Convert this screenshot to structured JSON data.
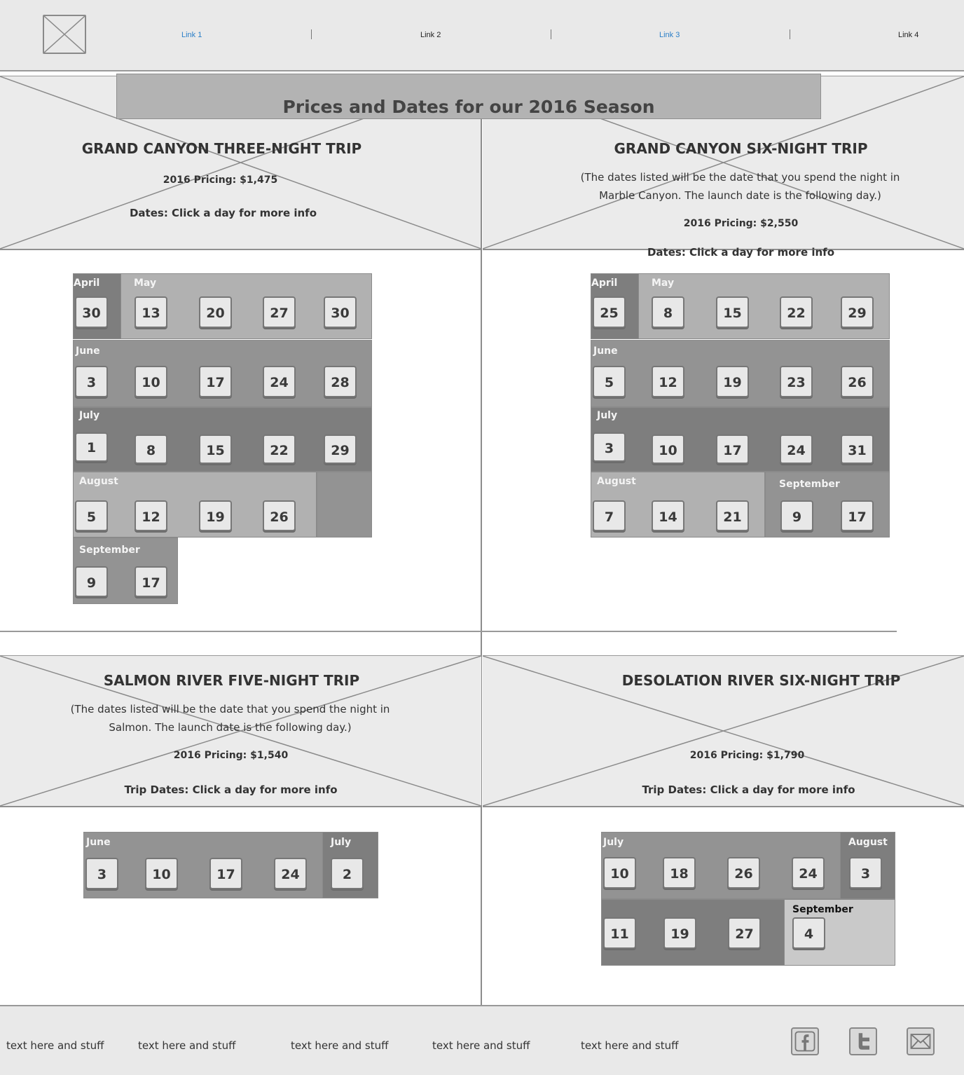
{
  "nav": {
    "links": [
      {
        "label": "Link 1",
        "color": "#2b7fc8"
      },
      {
        "label": "Link 2",
        "color": "#222222"
      },
      {
        "label": "Link 3",
        "color": "#2b7fc8"
      },
      {
        "label": "Link 4",
        "color": "#222222"
      }
    ]
  },
  "page_title": "Prices and Dates for our 2016 Season",
  "trips": [
    {
      "title": "GRAND CANYON THREE-NIGHT TRIP",
      "note": "",
      "pricing": "2016 Pricing: $1,475",
      "dates_label": "Dates: Click a day for more info"
    },
    {
      "title": "GRAND CANYON SIX-NIGHT TRIP",
      "note_line1": "(The dates listed will be the date that you spend the night in",
      "note_line2": "Marble Canyon. The launch date is the following day.)",
      "pricing": "2016 Pricing: $2,550",
      "dates_label": "Dates: Click a day for more info"
    },
    {
      "title": "SALMON RIVER FIVE-NIGHT TRIP",
      "note_line1": "(The dates listed will be the date that you spend the night in",
      "note_line2": "Salmon. The launch date is the following day.)",
      "pricing": "2016 Pricing: $1,540",
      "dates_label": "Trip Dates: Click a day for more info"
    },
    {
      "title": "DESOLATION RIVER SIX-NIGHT TRIP",
      "pricing": "2016 Pricing: $1,790",
      "dates_label": "Trip Dates: Click a day for more info"
    }
  ],
  "calendars": {
    "gc3": {
      "april": {
        "label": "April",
        "days": [
          "30"
        ]
      },
      "may": {
        "label": "May",
        "days": [
          "13",
          "20",
          "27",
          "30"
        ]
      },
      "june": {
        "label": "June",
        "days": [
          "3",
          "10",
          "17",
          "24",
          "28"
        ]
      },
      "july": {
        "label": "July",
        "days": [
          "1",
          "8",
          "15",
          "22",
          "29"
        ]
      },
      "august": {
        "label": "August",
        "days": [
          "5",
          "12",
          "19",
          "26"
        ]
      },
      "september": {
        "label": "September",
        "days": [
          "9",
          "17"
        ]
      }
    },
    "gc6": {
      "april": {
        "label": "April",
        "days": [
          "25"
        ]
      },
      "may": {
        "label": "May",
        "days": [
          "8",
          "15",
          "22",
          "29"
        ]
      },
      "june": {
        "label": "June",
        "days": [
          "5",
          "12",
          "19",
          "23",
          "26"
        ]
      },
      "july": {
        "label": "July",
        "days": [
          "3",
          "10",
          "17",
          "24",
          "31"
        ]
      },
      "august": {
        "label": "August",
        "days": [
          "7",
          "14",
          "21"
        ]
      },
      "september": {
        "label": "September",
        "days": [
          "9",
          "17"
        ]
      }
    },
    "salmon": {
      "june": {
        "label": "June",
        "days": [
          "3",
          "10",
          "17",
          "24"
        ]
      },
      "july": {
        "label": "July",
        "days": [
          "2"
        ]
      }
    },
    "desolation": {
      "july": {
        "label": "July",
        "days": [
          "10",
          "18",
          "26",
          "24"
        ]
      },
      "august": {
        "label": "August",
        "days": [
          "3",
          "11",
          "19",
          "27"
        ]
      },
      "september": {
        "label": "September",
        "days": [
          "4"
        ]
      }
    }
  },
  "footer": {
    "items": [
      "text here  and stuff",
      "text here  and stuff",
      "text here  and stuff",
      "text here  and stuff",
      "text here  and stuff"
    ],
    "social_icons": [
      "facebook-icon",
      "twitter-icon",
      "email-icon"
    ]
  }
}
